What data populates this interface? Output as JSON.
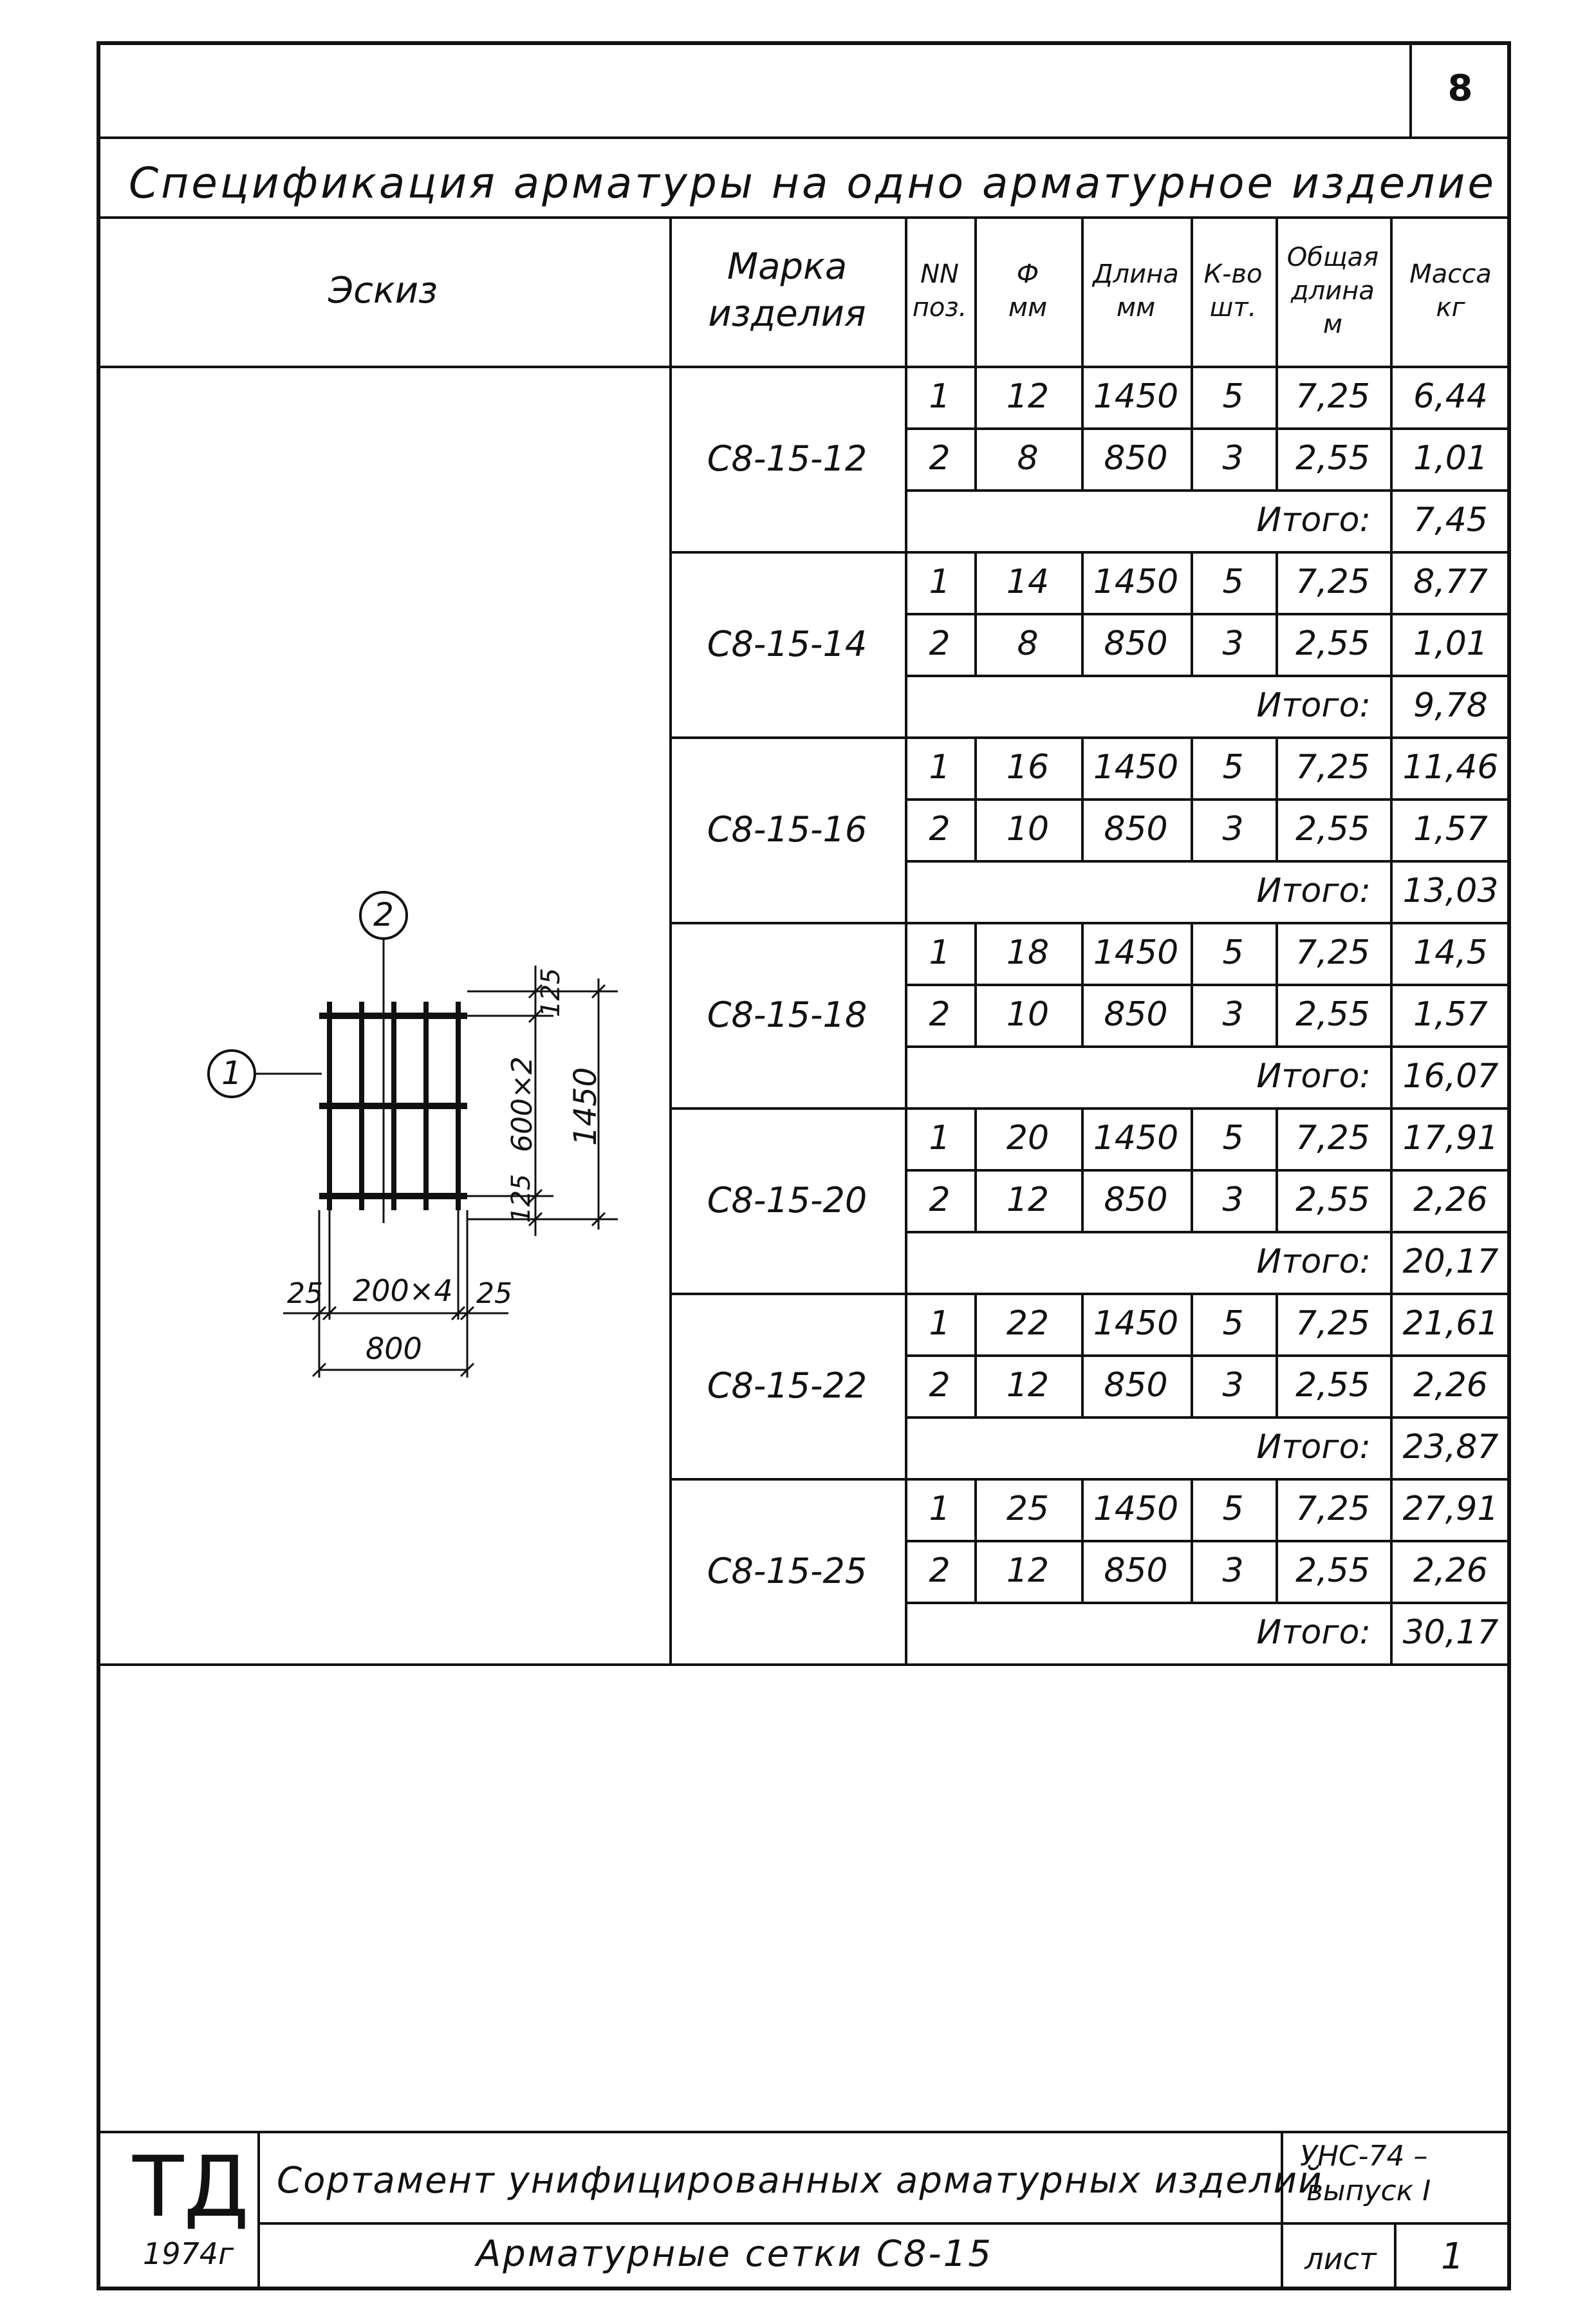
{
  "page_number": "8",
  "title": "Спецификация арматуры на одно арматурное изделие",
  "headers": {
    "sketch": "Эскиз",
    "mark": [
      "Марка",
      "изделия"
    ],
    "pos": [
      "NN",
      "поз."
    ],
    "dia": [
      "Ф",
      "мм"
    ],
    "length": [
      "Длина",
      "мм"
    ],
    "count": [
      "К-во",
      "шт."
    ],
    "total_length": [
      "Общая",
      "длина",
      "м"
    ],
    "mass": [
      "Масса",
      "кг"
    ]
  },
  "total_label": "Итого:",
  "products": [
    {
      "mark": "С8-15-12",
      "rows": [
        {
          "pos": "1",
          "dia": "12",
          "length": "1450",
          "count": "5",
          "total_length": "7,25",
          "mass": "6,44"
        },
        {
          "pos": "2",
          "dia": "8",
          "length": "850",
          "count": "3",
          "total_length": "2,55",
          "mass": "1,01"
        }
      ],
      "total": "7,45"
    },
    {
      "mark": "С8-15-14",
      "rows": [
        {
          "pos": "1",
          "dia": "14",
          "length": "1450",
          "count": "5",
          "total_length": "7,25",
          "mass": "8,77"
        },
        {
          "pos": "2",
          "dia": "8",
          "length": "850",
          "count": "3",
          "total_length": "2,55",
          "mass": "1,01"
        }
      ],
      "total": "9,78"
    },
    {
      "mark": "С8-15-16",
      "rows": [
        {
          "pos": "1",
          "dia": "16",
          "length": "1450",
          "count": "5",
          "total_length": "7,25",
          "mass": "11,46"
        },
        {
          "pos": "2",
          "dia": "10",
          "length": "850",
          "count": "3",
          "total_length": "2,55",
          "mass": "1,57"
        }
      ],
      "total": "13,03"
    },
    {
      "mark": "С8-15-18",
      "rows": [
        {
          "pos": "1",
          "dia": "18",
          "length": "1450",
          "count": "5",
          "total_length": "7,25",
          "mass": "14,5"
        },
        {
          "pos": "2",
          "dia": "10",
          "length": "850",
          "count": "3",
          "total_length": "2,55",
          "mass": "1,57"
        }
      ],
      "total": "16,07"
    },
    {
      "mark": "С8-15-20",
      "rows": [
        {
          "pos": "1",
          "dia": "20",
          "length": "1450",
          "count": "5",
          "total_length": "7,25",
          "mass": "17,91"
        },
        {
          "pos": "2",
          "dia": "12",
          "length": "850",
          "count": "3",
          "total_length": "2,55",
          "mass": "2,26"
        }
      ],
      "total": "20,17"
    },
    {
      "mark": "С8-15-22",
      "rows": [
        {
          "pos": "1",
          "dia": "22",
          "length": "1450",
          "count": "5",
          "total_length": "7,25",
          "mass": "21,61"
        },
        {
          "pos": "2",
          "dia": "12",
          "length": "850",
          "count": "3",
          "total_length": "2,55",
          "mass": "2,26"
        }
      ],
      "total": "23,87"
    },
    {
      "mark": "С8-15-25",
      "rows": [
        {
          "pos": "1",
          "dia": "25",
          "length": "1450",
          "count": "5",
          "total_length": "7,25",
          "mass": "27,91"
        },
        {
          "pos": "2",
          "dia": "12",
          "length": "850",
          "count": "3",
          "total_length": "2,55",
          "mass": "2,26"
        }
      ],
      "total": "30,17"
    }
  ],
  "sketch": {
    "pos1": "1",
    "pos2": "2",
    "dim_top": "125",
    "dim_mid": "600×2",
    "dim_bottom": "125",
    "dim_height": "1450",
    "dim_left": "25",
    "dim_spacing": "200×4",
    "dim_right": "25",
    "dim_width": "800"
  },
  "title_block": {
    "logo": "ТД",
    "year": "1974г",
    "series_title": "Сортамент унифицированных арматурных изделий",
    "doc_code": "УНС-74 –",
    "issue": "выпуск I",
    "sheet_title": "Арматурные сетки С8-15",
    "sheet_label": "лист",
    "sheet_number": "1"
  }
}
